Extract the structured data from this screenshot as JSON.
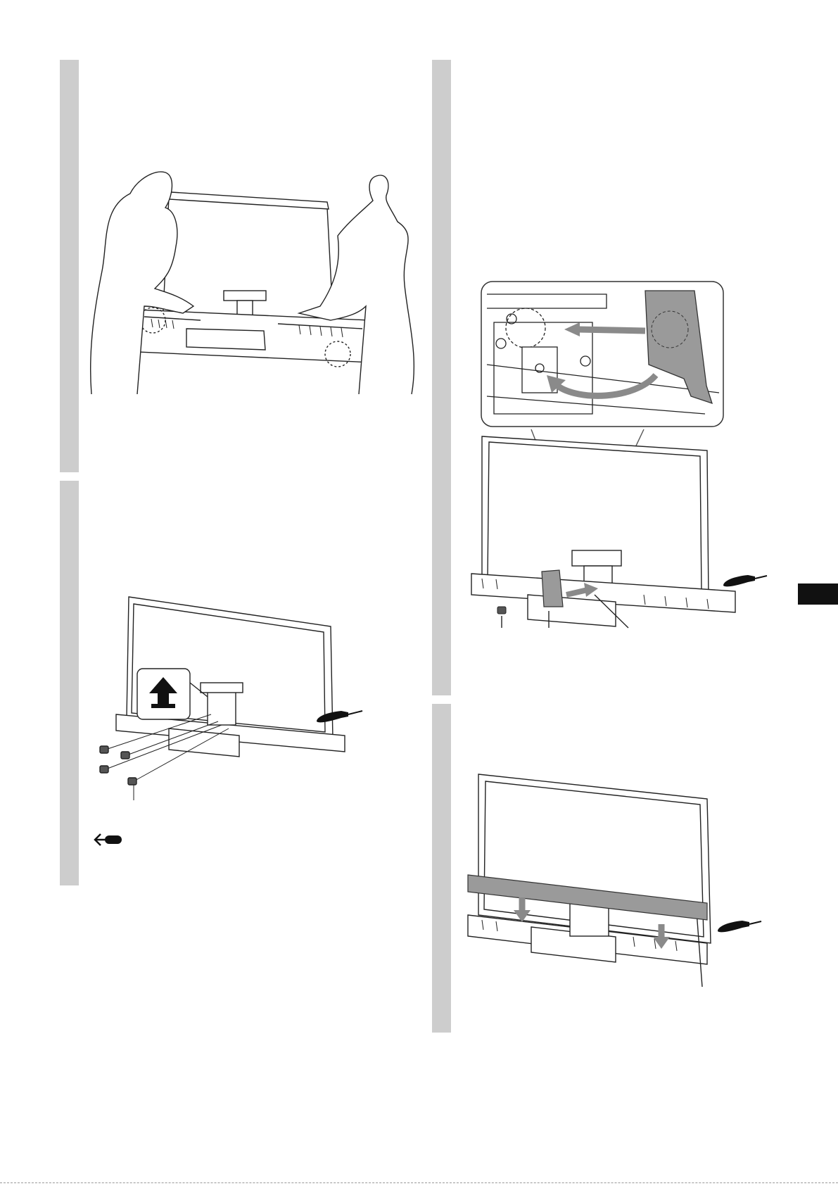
{
  "page": {
    "background": "#ffffff",
    "step_bar_color": "#cdcdcd",
    "tab_color": "#111111",
    "accent_gray": "#8a8a8a"
  },
  "steps": [
    {
      "id": "step-1",
      "illustration": "two-people-lifting-tv-icon"
    },
    {
      "id": "step-2",
      "illustration": "tv-rear-screws-icon",
      "callouts": [
        "lift-arrow-icon",
        "screwdriver-icon",
        "go-back-arrow-icon"
      ]
    },
    {
      "id": "step-3",
      "illustration": "tv-rear-neck-cover-icon",
      "callouts": [
        "detail-zoom-icon",
        "screwdriver-icon"
      ]
    },
    {
      "id": "step-4",
      "illustration": "tv-rear-stand-cover-icon",
      "callouts": [
        "screwdriver-icon"
      ]
    }
  ]
}
